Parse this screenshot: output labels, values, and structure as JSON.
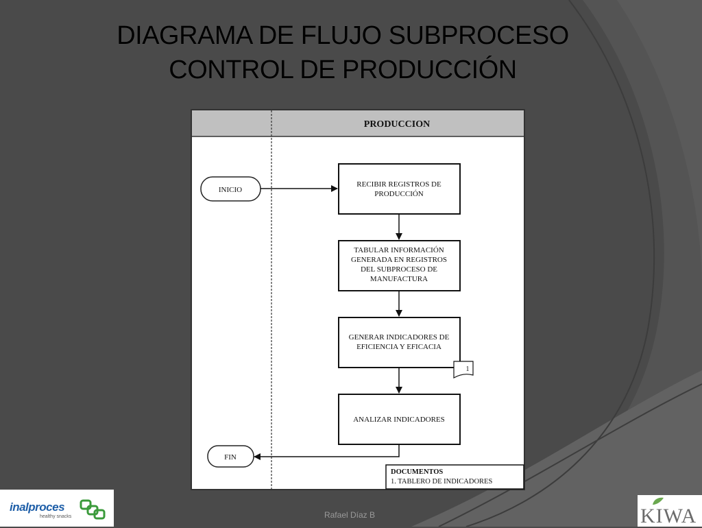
{
  "slide": {
    "title_line1": "DIAGRAMA  DE FLUJO SUBPROCESO",
    "title_line2": "CONTROL DE PRODUCCIÓN",
    "footer": "Rafael Díaz B"
  },
  "diagram": {
    "lane_header": "PRODUCCION",
    "start": "INICIO",
    "end": "FIN",
    "steps": [
      [
        "RECIBIR REGISTROS DE",
        "PRODUCCIÓN"
      ],
      [
        "TABULAR INFORMACIÓN",
        "GENERADA EN REGISTROS",
        "DEL SUBPROCESO DE",
        "MANUFACTURA"
      ],
      [
        "GENERAR INDICADORES DE",
        "EFICIENCIA Y EFICACIA"
      ],
      [
        "ANALIZAR INDICADORES"
      ]
    ],
    "doc_ref": "1",
    "documents_title": "DOCUMENTOS",
    "documents_item": "1. TABLERO DE INDICADORES"
  },
  "logos": {
    "left_brand": "inalproces",
    "left_tagline": "healthy snacks",
    "right_brand": "KIWA"
  },
  "colors": {
    "background": "#4a4a4a",
    "arc": "#5e5e5e",
    "lane_header_bg": "#c0c0c0",
    "brand_blue": "#1f5fa8",
    "brand_green": "#3a9a3a"
  }
}
